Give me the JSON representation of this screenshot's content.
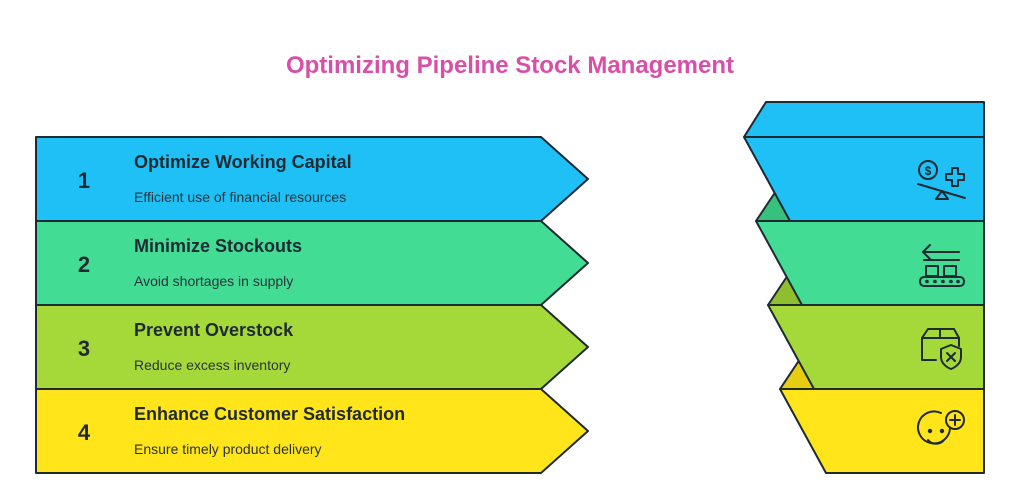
{
  "title": "Optimizing Pipeline Stock Management",
  "steps": [
    {
      "number": "1",
      "heading": "Optimize Working Capital",
      "description": "Efficient use of financial resources",
      "color": "#1ec0f5",
      "dark": "#1aa8d8",
      "icon": "money-balance-plus-icon"
    },
    {
      "number": "2",
      "heading": "Minimize Stockouts",
      "description": "Avoid shortages in supply",
      "color": "#43dc95",
      "dark": "#38c07f",
      "icon": "conveyor-arrow-icon"
    },
    {
      "number": "3",
      "heading": "Prevent Overstock",
      "description": "Reduce excess inventory",
      "color": "#a5d93a",
      "dark": "#8fbe2e",
      "icon": "box-shield-x-icon"
    },
    {
      "number": "4",
      "heading": "Enhance Customer Satisfaction",
      "description": "Ensure timely product delivery",
      "color": "#ffe51a",
      "dark": "#e6cd10",
      "icon": "smiley-plus-icon"
    }
  ]
}
